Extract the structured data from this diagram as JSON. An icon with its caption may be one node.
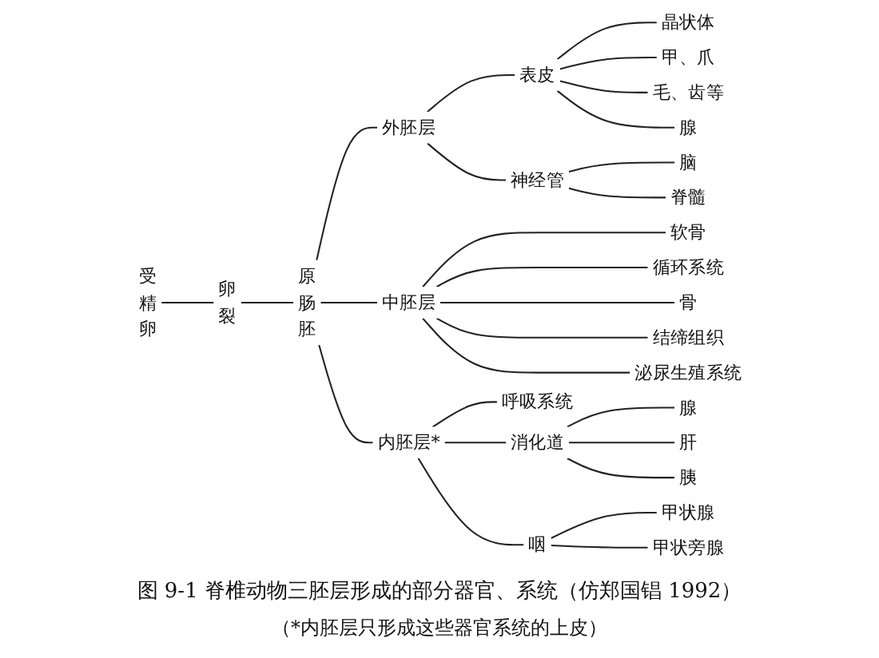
{
  "diagram": {
    "caption": "图 9-1 脊椎动物三胚层形成的部分器官、系统（仿郑国锠 1992）",
    "nodes": [
      {
        "text": [
          "受精卵"
        ]
      },
      {
        "text": [
          "卵裂"
        ]
      },
      {
        "text": [
          "原肠胚"
        ]
      },
      {
        "text": [
          "外胚层"
        ]
      },
      {
        "text": [
          "表皮"
        ]
      },
      {
        "text": [
          "晶状体"
        ]
      },
      {
        "text": [
          "甲、爪"
        ]
      },
      {
        "text": [
          "毛、齿等"
        ]
      },
      {
        "text": [
          "腺"
        ]
      },
      {
        "text": [
          "神经管"
        ]
      },
      {
        "text": [
          "脑"
        ]
      },
      {
        "text": [
          "脊髓"
        ]
      },
      {
        "text": [
          "中胚层"
        ]
      },
      {
        "text": [
          "软骨"
        ]
      },
      {
        "text": [
          "循环系统"
        ]
      },
      {
        "text": [
          "骨"
        ]
      },
      {
        "text": [
          "结缔组织"
        ]
      },
      {
        "text": [
          "泌尿生殖系统"
        ]
      },
      {
        "text": [
          "内胚层*"
        ]
      },
      {
        "text": [
          "呼吸系统"
        ]
      },
      {
        "text": [
          "消化道"
        ]
      },
      {
        "text": [
          "腺"
        ]
      },
      {
        "text": [
          "咽"
        ]
      },
      {
        "text": [
          "肝"
        ]
      },
      {
        "text": [
          "胰"
        ]
      },
      {
        "text": [
          "甲状腺"
        ]
      },
      {
        "text": [
          "甲状旁腺"
        ]
      }
    ],
    "edges": [
      {
        "from": 0,
        "to": 1,
        "arrow": "none"
      },
      {
        "from": 1,
        "to": 2,
        "arrow": "none"
      },
      {
        "from": 2,
        "to": 3,
        "arrow": "none"
      },
      {
        "from": 2,
        "to": 12,
        "arrow": "none"
      },
      {
        "from": 2,
        "to": 18,
        "arrow": "none"
      },
      {
        "from": 3,
        "to": 4,
        "arrow": "none"
      },
      {
        "from": 3,
        "to": 9,
        "arrow": "none"
      },
      {
        "from": 4,
        "to": 5,
        "arrow": "none"
      },
      {
        "from": 4,
        "to": 6,
        "arrow": "none"
      },
      {
        "from": 4,
        "to": 7,
        "arrow": "none"
      },
      {
        "from": 4,
        "to": 8,
        "arrow": "none"
      },
      {
        "from": 9,
        "to": 10,
        "arrow": "none"
      },
      {
        "from": 9,
        "to": 11,
        "arrow": "none"
      },
      {
        "from": 12,
        "to": 13,
        "arrow": "none"
      },
      {
        "from": 12,
        "to": 14,
        "arrow": "none"
      },
      {
        "from": 12,
        "to": 15,
        "arrow": "none"
      },
      {
        "from": 12,
        "to": 16,
        "arrow": "none"
      },
      {
        "from": 12,
        "to": 17,
        "arrow": "none"
      },
      {
        "from": 18,
        "to": 19,
        "arrow": "none"
      },
      {
        "from": 18,
        "to": 20,
        "arrow": "none"
      },
      {
        "from": 18,
        "to": 22,
        "arrow": "none"
      },
      {
        "from": 20,
        "to": 21,
        "arrow": "none"
      },
      {
        "from": 20,
        "to": 23,
        "arrow": "none"
      },
      {
        "from": 20,
        "to": 24,
        "arrow": "none"
      },
      {
        "from": 22,
        "to": 25,
        "arrow": "none"
      },
      {
        "from": 22,
        "to": 26,
        "arrow": "none"
      }
    ],
    "labels": [
      "（*内胚层只形成这些器官系统的上皮）"
    ]
  }
}
